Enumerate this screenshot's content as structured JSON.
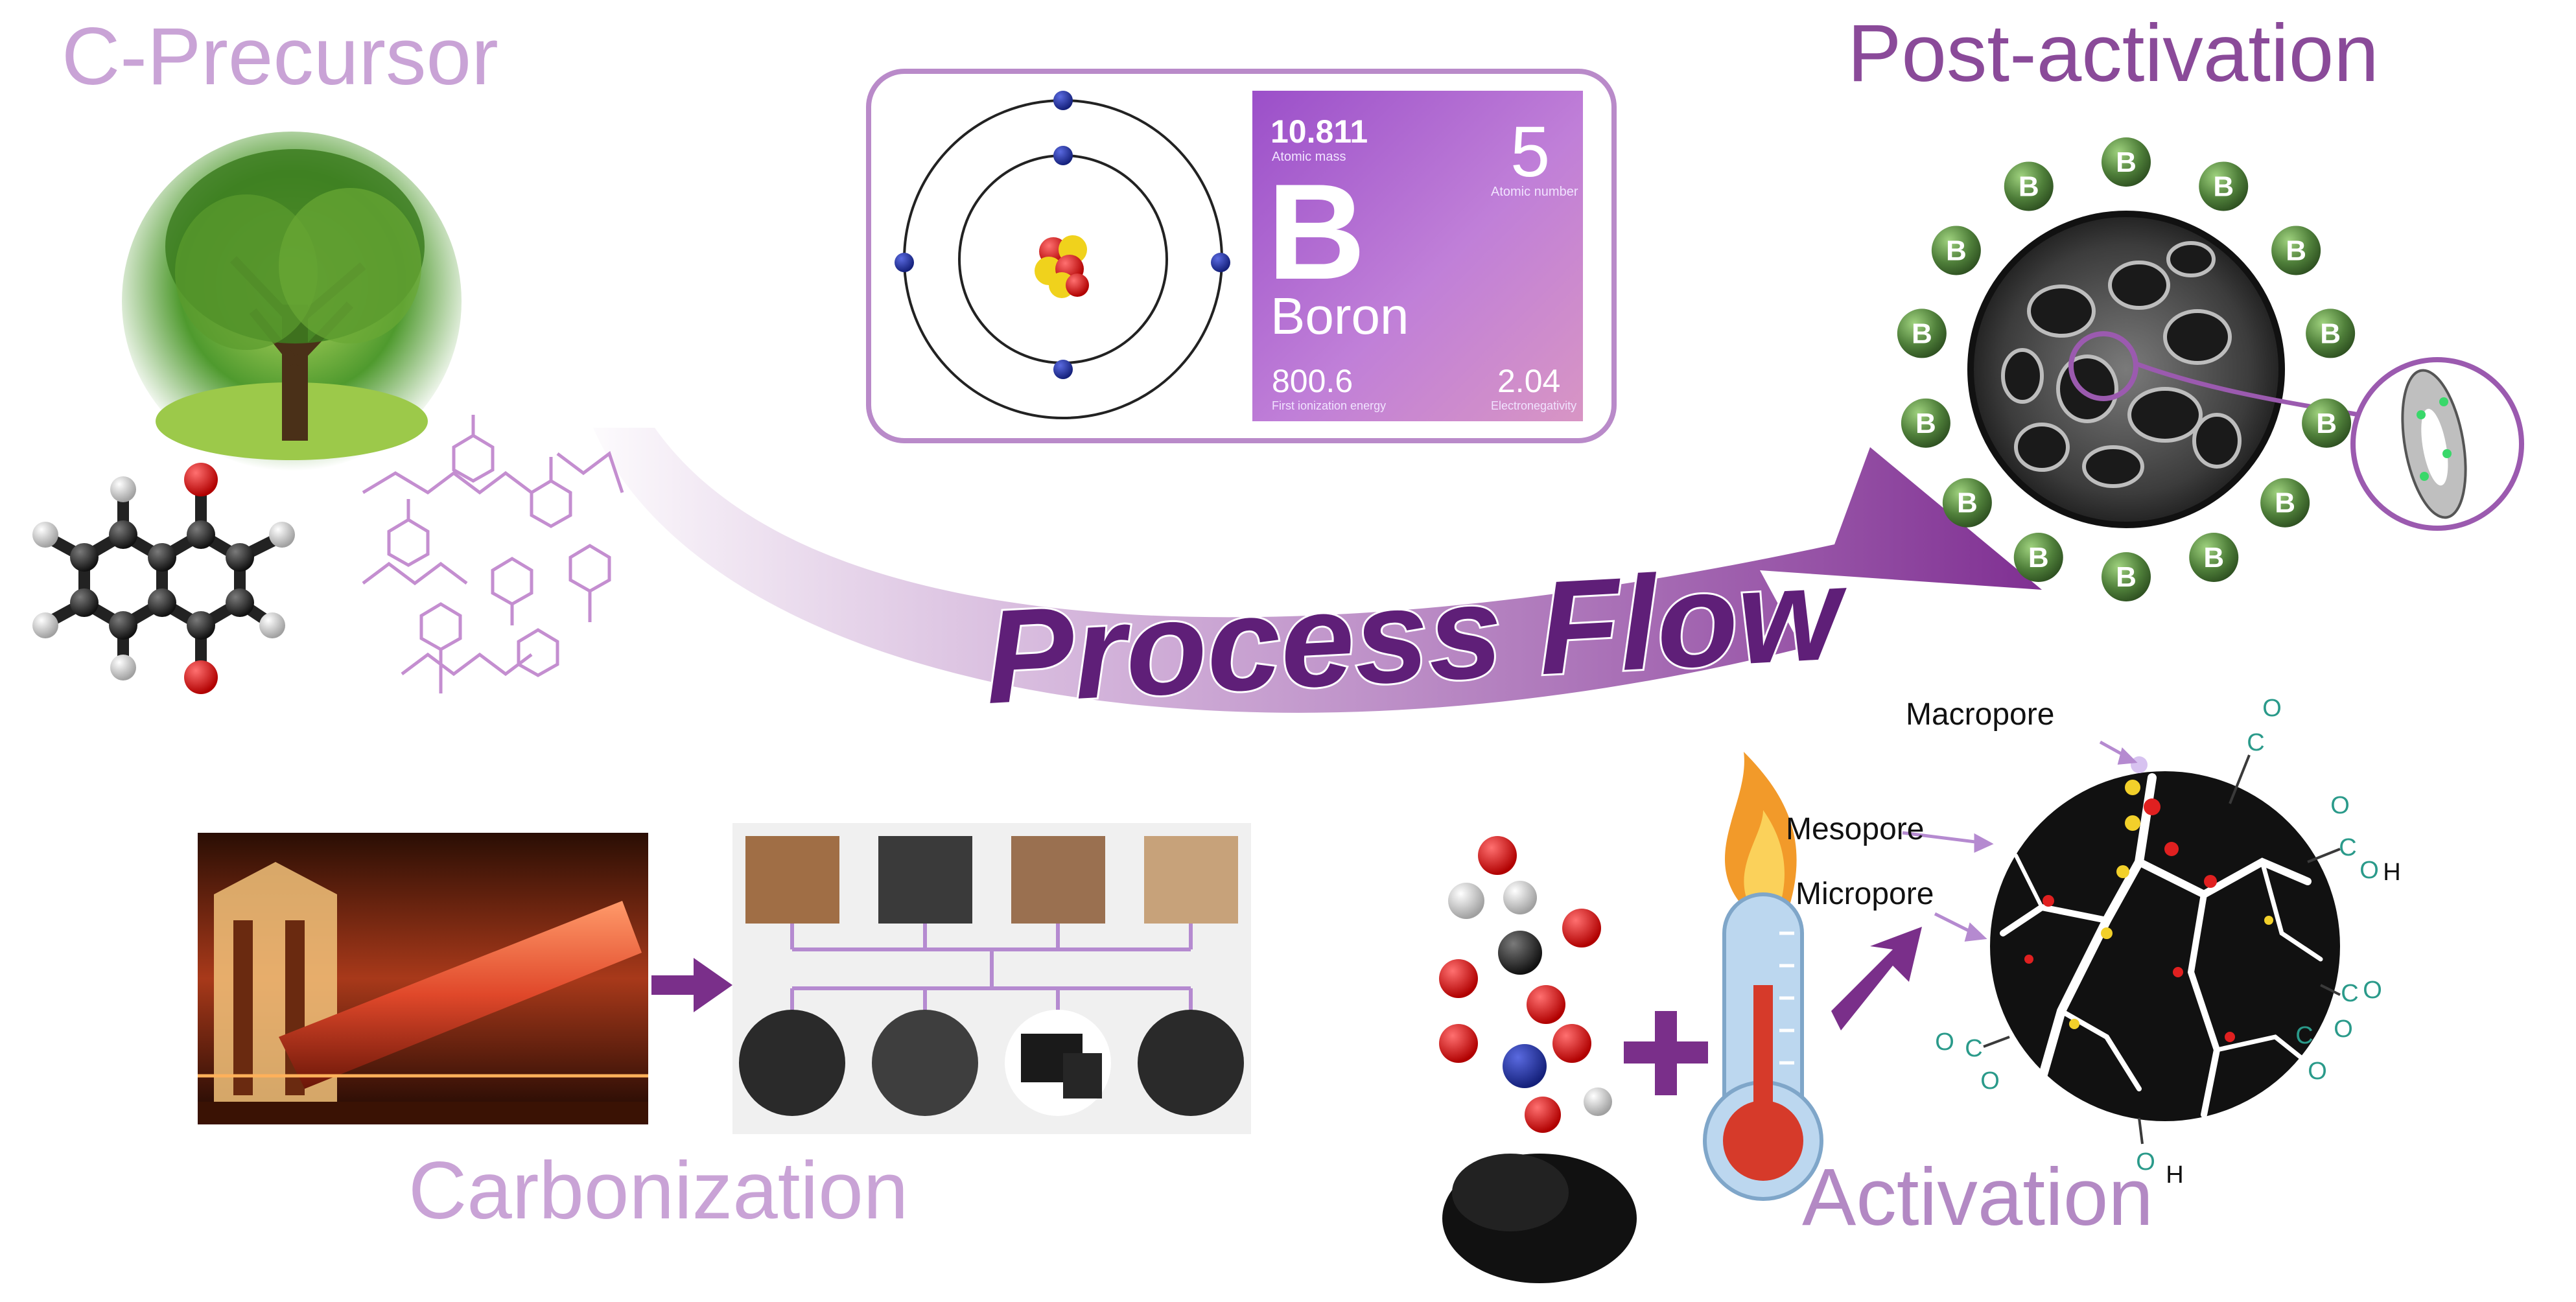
{
  "stages": {
    "precursor": "C-Precursor",
    "post_activation": "Post-activation",
    "carbonization": "Carbonization",
    "activation": "Activation"
  },
  "flow_label": "Process Flow",
  "element_card": {
    "atomic_mass": "10.811",
    "atomic_mass_label": "Atomic mass",
    "atomic_number": "5",
    "atomic_number_label": "Atomic number",
    "symbol": "B",
    "name": "Boron",
    "ionization_energy": "800.6",
    "ionization_energy_label": "First ionization energy",
    "electronegativity": "2.04",
    "electronegativity_label": "Electronegativity"
  },
  "dopant_symbol": "B",
  "pore_labels": {
    "macropore": "Macropore",
    "mesopore": "Mesopore",
    "micropore": "Micropore"
  },
  "surface_groups": {
    "carbon": "C",
    "oxygen": "O",
    "hydrogen": "H"
  },
  "colors": {
    "stage_title": "#c9a3d6",
    "post_activation_title": "#8a4a99",
    "flow_arrow": "#8e3f9e",
    "boron_sphere": "#4f7f3a",
    "card_gradient_start": "#9b4fc9",
    "card_gradient_end": "#d895c4",
    "orbit_electron": "#1d2f8a",
    "functional_group": "#2a9a8a"
  }
}
